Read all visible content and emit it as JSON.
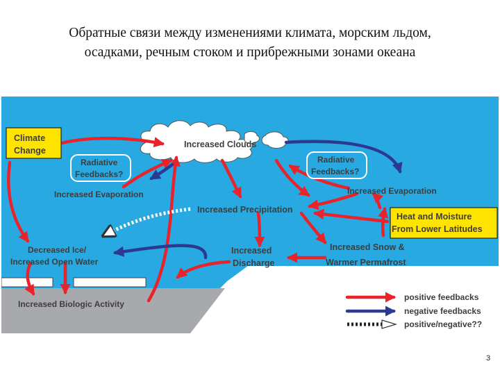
{
  "slide": {
    "title_line1": "Обратные связи между изменениями климата, морским льдом,",
    "title_line2": "осадками, речным стоком и прибрежными зонами океана",
    "page_number": "3"
  },
  "diagram": {
    "nodes": {
      "climate_change_line1": "Climate",
      "climate_change_line2": "Change",
      "increased_clouds": "Increased Clouds",
      "radiative_left_line1": "Radiative",
      "radiative_left_line2": "Feedbacks?",
      "radiative_right_line1": "Radiative",
      "radiative_right_line2": "Feedbacks?",
      "evaporation_left": "Increased Evaporation",
      "evaporation_right": "Increased Evaporation",
      "precipitation": "Increased Precipitation",
      "heat_moisture_line1": "Heat and Moisture",
      "heat_moisture_line2": "From Lower Latitudes",
      "decreased_ice_line1": "Decreased Ice/",
      "decreased_ice_line2": "Increased Open Water",
      "discharge_line1": "Increased",
      "discharge_line2": "Discharge",
      "snow_line1": "Increased Snow &",
      "snow_line2": "Warmer Permafrost",
      "biologic": "Increased Biologic Activity"
    },
    "legend": {
      "positive": "positive feedbacks",
      "negative": "negative feedbacks",
      "uncertain": "positive/negative??"
    },
    "colors": {
      "sky": "#29a9e1",
      "ground": "#ffffff",
      "ocean_floor": "#a7a9ac",
      "positive": "#e8232b",
      "negative": "#2b3990",
      "box_fill": "#ffe400",
      "text": "#3d3d3d"
    }
  }
}
